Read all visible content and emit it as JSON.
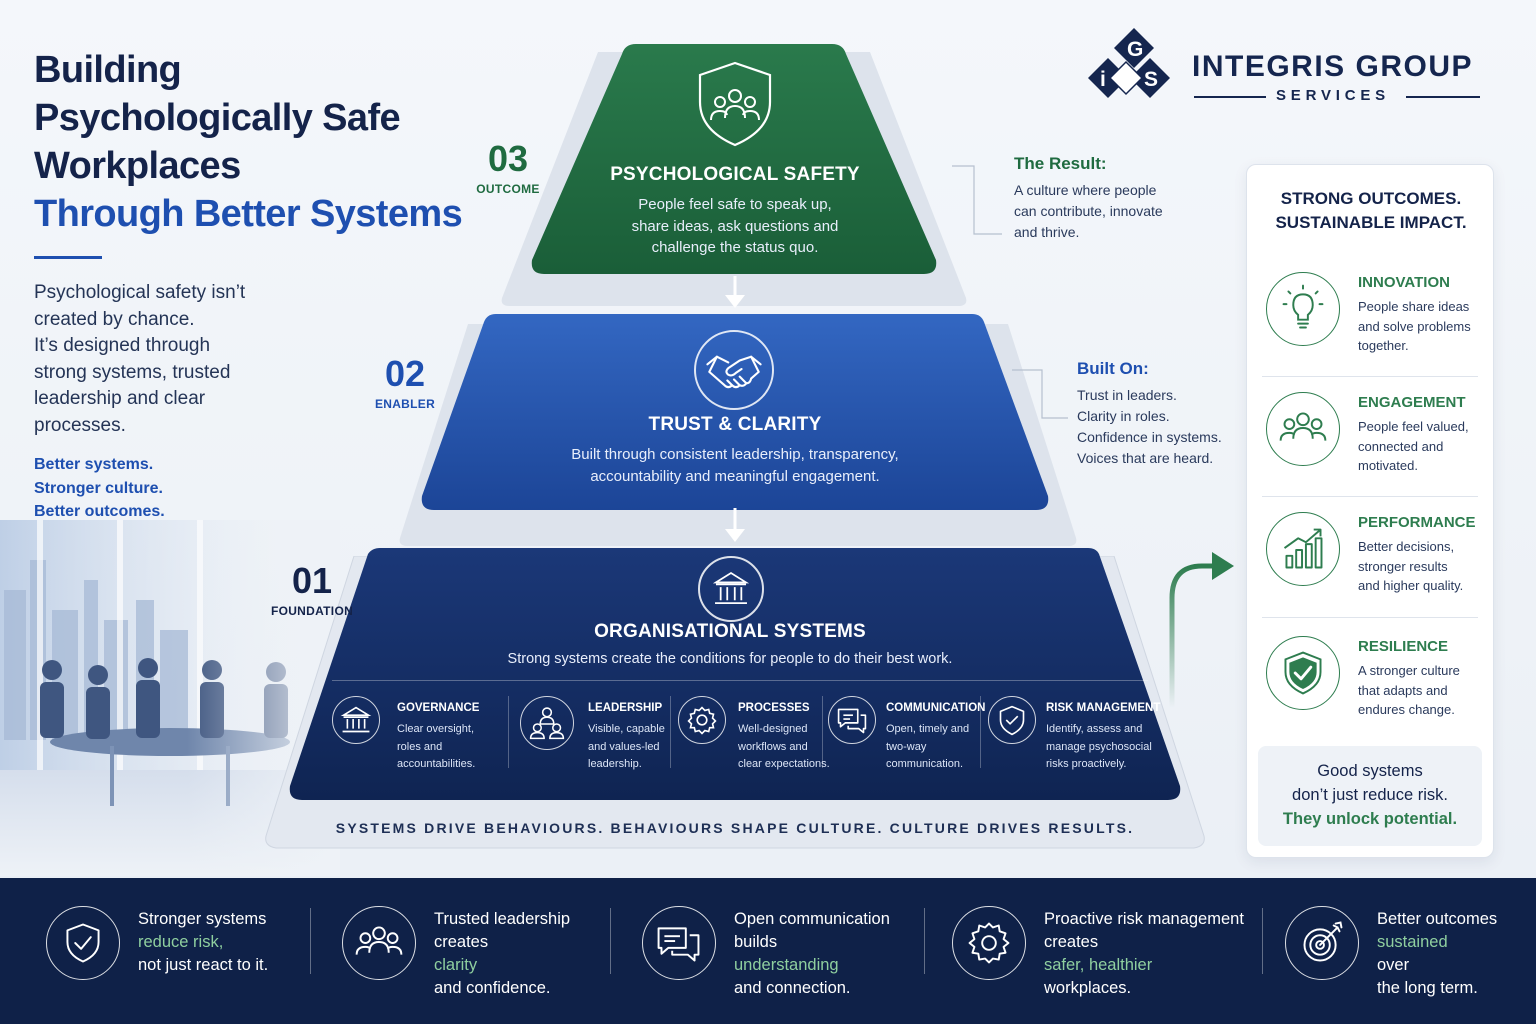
{
  "hero": {
    "title_line1": "Building",
    "title_line2": "Psychologically Safe",
    "title_line3": "Workplaces",
    "title_line4": "Through Better Systems",
    "intro_lines": [
      "Psychological safety isn’t",
      "created by chance.",
      "It’s designed through",
      "strong systems, trusted",
      "leadership and clear",
      "processes."
    ],
    "taglines": [
      "Better systems.",
      "Stronger culture.",
      "Better outcomes."
    ]
  },
  "logo": {
    "letters": [
      "i",
      "G",
      "S"
    ],
    "brand": "INTEGRIS GROUP",
    "sub": "SERVICES"
  },
  "pyramid": {
    "outcome": {
      "number": "03",
      "label": "OUTCOME",
      "title": "PSYCHOLOGICAL SAFETY",
      "desc_lines": [
        "People feel safe to speak up,",
        "share ideas, ask questions and",
        "challenge the status quo."
      ],
      "color": "#1f6b40",
      "icon": "shield-people-icon"
    },
    "enabler": {
      "number": "02",
      "label": "ENABLER",
      "title": "TRUST & CLARITY",
      "desc_lines": [
        "Built through consistent leadership, transparency,",
        "accountability and meaningful engagement."
      ],
      "color": "#2251a8",
      "icon": "handshake-icon"
    },
    "foundation": {
      "number": "01",
      "label": "FOUNDATION",
      "title": "ORGANISATIONAL SYSTEMS",
      "desc": "Strong systems create the conditions for people to do their best work.",
      "color": "#132a5e",
      "icon": "institution-icon",
      "pillars": [
        {
          "title": "GOVERNANCE",
          "desc_lines": [
            "Clear oversight,",
            "roles and",
            "accountabilities."
          ],
          "icon": "building-columns-icon"
        },
        {
          "title": "LEADERSHIP",
          "desc_lines": [
            "Visible, capable",
            "and values-led",
            "leadership."
          ],
          "icon": "people-hierarchy-icon"
        },
        {
          "title": "PROCESSES",
          "desc_lines": [
            "Well-designed",
            "workflows and",
            "clear expectations."
          ],
          "icon": "gear-icon"
        },
        {
          "title": "COMMUNICATION",
          "desc_lines": [
            "Open, timely and",
            "two-way",
            "communication."
          ],
          "icon": "chat-bubbles-icon"
        },
        {
          "title": "RISK MANAGEMENT",
          "desc_lines": [
            "Identify, assess and",
            "manage psychosocial",
            "risks proactively."
          ],
          "icon": "shield-check-icon"
        }
      ]
    },
    "base_caption": "SYSTEMS DRIVE BEHAVIOURS.  BEHAVIOURS SHAPE CULTURE.  CULTURE DRIVES RESULTS."
  },
  "callouts": {
    "result": {
      "heading": "The Result:",
      "lines": [
        "A culture where people",
        "can contribute, innovate",
        "and thrive."
      ]
    },
    "built_on": {
      "heading": "Built On:",
      "lines": [
        "Trust in leaders.",
        "Clarity in roles.",
        "Confidence in systems.",
        "Voices that are heard."
      ]
    }
  },
  "outcomes_panel": {
    "heading_lines": [
      "STRONG OUTCOMES.",
      "SUSTAINABLE IMPACT."
    ],
    "items": [
      {
        "title": "INNOVATION",
        "desc_lines": [
          "People share ideas",
          "and solve problems",
          "together."
        ],
        "icon": "lightbulb-icon"
      },
      {
        "title": "ENGAGEMENT",
        "desc_lines": [
          "People feel valued,",
          "connected and",
          "motivated."
        ],
        "icon": "people-group-icon"
      },
      {
        "title": "PERFORMANCE",
        "desc_lines": [
          "Better decisions,",
          "stronger results",
          "and higher quality."
        ],
        "icon": "growth-chart-icon"
      },
      {
        "title": "RESILIENCE",
        "desc_lines": [
          "A stronger culture",
          "that adapts and",
          "endures change."
        ],
        "icon": "shield-check-icon"
      }
    ],
    "potential_lines": [
      "Good systems",
      "don’t just reduce risk."
    ],
    "potential_highlight": "They unlock potential.",
    "accent_color": "#2e7d4f"
  },
  "bottom_band": {
    "benefits": [
      {
        "pre": "Stronger systems",
        "highlight": "reduce risk,",
        "post": "not just react to it.",
        "icon": "shield-check-icon"
      },
      {
        "pre": "Trusted leadership",
        "highlight_pre": "creates ",
        "highlight": "clarity",
        "post": "and confidence.",
        "icon": "people-group-icon"
      },
      {
        "pre": "Open communication",
        "highlight_pre": "builds ",
        "highlight": "understanding",
        "post": "and connection.",
        "icon": "chat-bubbles-icon"
      },
      {
        "pre": "Proactive risk management",
        "highlight_pre": "creates ",
        "highlight": "safer, healthier",
        "post": "workplaces.",
        "icon": "gear-icon"
      },
      {
        "pre": "Better outcomes",
        "highlight": "sustained",
        "highlight_post": " over",
        "post": "the long term.",
        "icon": "target-icon"
      }
    ],
    "background": "#0f2148",
    "highlight_color": "#8fcf9f"
  }
}
